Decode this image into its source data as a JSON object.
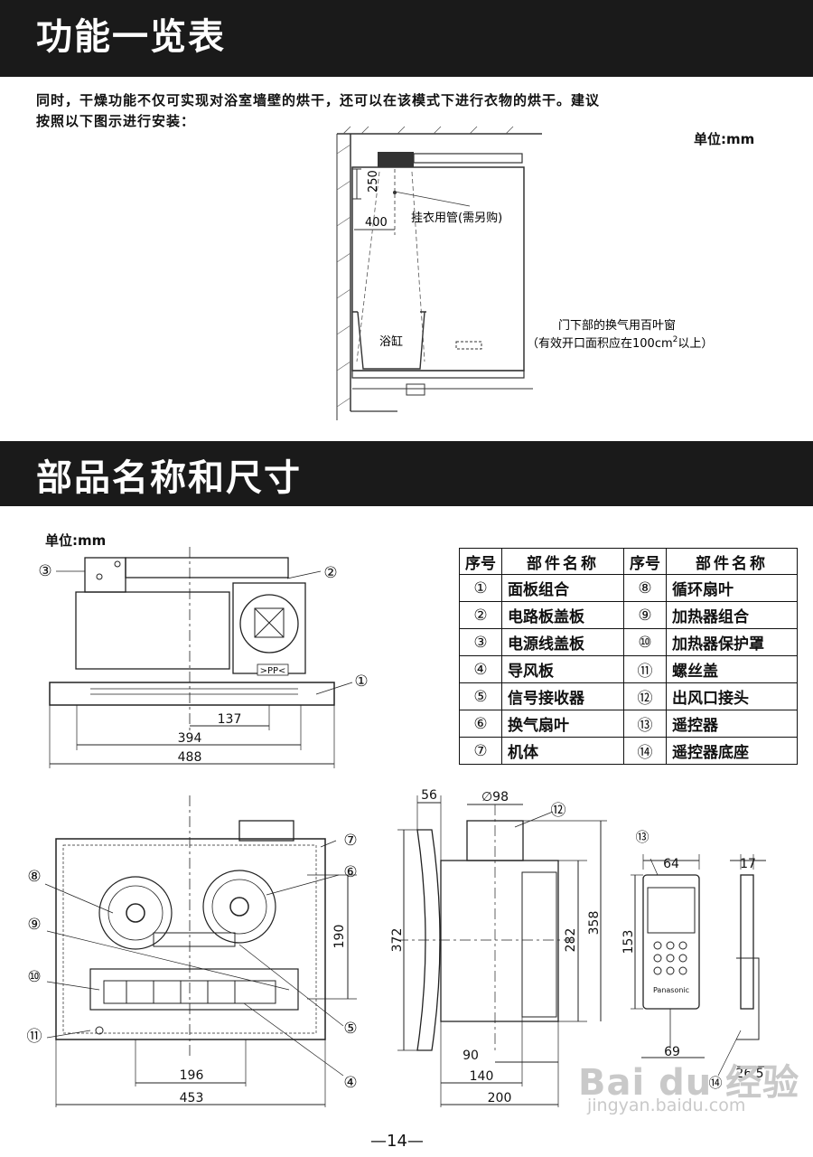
{
  "section1": {
    "title": "功能一览表",
    "intro_line1": "同时，干燥功能不仅可实现对浴室墙壁的烘干，还可以在该模式下进行衣物的烘干。建议",
    "intro_line2": "按照以下图示进行安装："
  },
  "install_diagram": {
    "unit": "单位:mm",
    "dim_vertical": "250",
    "dim_horizontal": "400",
    "label_pipe": "挂衣用管(需另购)",
    "label_tub": "浴缸",
    "label_vent_line1": "门下部的换气用百叶窗",
    "label_vent_line2_pre": "（有效开口面积应在100cm",
    "label_vent_sup": "2",
    "label_vent_line2_post": "以上）"
  },
  "section2": {
    "title": "部品名称和尺寸",
    "unit": "单位:mm"
  },
  "front_view": {
    "callouts": [
      "③",
      "②",
      "①"
    ],
    "dims": [
      "137",
      "394",
      "488"
    ],
    "vent_label": ">PP<"
  },
  "parts_table": {
    "headers": [
      "序号",
      "部件名称",
      "序号",
      "部件名称"
    ],
    "rows": [
      [
        "①",
        "面板组合",
        "⑧",
        "循环扇叶"
      ],
      [
        "②",
        "电路板盖板",
        "⑨",
        "加热器组合"
      ],
      [
        "③",
        "电源线盖板",
        "⑩",
        "加热器保护罩"
      ],
      [
        "④",
        "导风板",
        "⑪",
        "螺丝盖"
      ],
      [
        "⑤",
        "信号接收器",
        "⑫",
        "出风口接头"
      ],
      [
        "⑥",
        "换气扇叶",
        "⑬",
        "遥控器"
      ],
      [
        "⑦",
        "机体",
        "⑭",
        "遥控器底座"
      ]
    ]
  },
  "bottom_view": {
    "callouts": [
      "⑦",
      "⑧",
      "⑥",
      "⑨",
      "⑩",
      "⑤",
      "⑪",
      "④"
    ],
    "dims": [
      "190",
      "196",
      "453"
    ]
  },
  "side_view": {
    "callout": "⑫",
    "dims": [
      "56",
      "∅98",
      "372",
      "282",
      "358",
      "90",
      "140",
      "200"
    ]
  },
  "remote": {
    "callouts": [
      "⑬",
      "⑭"
    ],
    "dims": [
      "64",
      "17",
      "153",
      "69",
      "26.5"
    ],
    "brand": "Panasonic"
  },
  "page_number": "—14—",
  "watermark": {
    "logo": "Bai du 经验",
    "url": "jingyan.baidu.com"
  }
}
